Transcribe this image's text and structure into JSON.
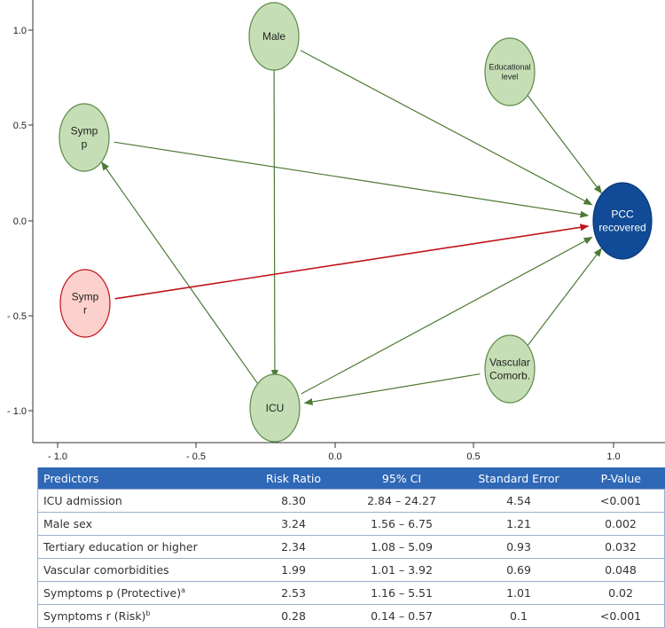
{
  "diagram": {
    "y_ticks": [
      "1.0",
      "0.5",
      "0.0",
      "- 0.5",
      "- 1.0"
    ],
    "x_ticks": [
      "- 1.0",
      "- 0.5",
      "0.0",
      "0.5",
      "1.0"
    ],
    "nodes": [
      {
        "id": "male",
        "lines": [
          "Male"
        ],
        "type": "predictor"
      },
      {
        "id": "edu",
        "lines": [
          "Educational",
          "level"
        ],
        "type": "predictor"
      },
      {
        "id": "sympp",
        "lines": [
          "Symp",
          "p"
        ],
        "type": "predictor"
      },
      {
        "id": "pcc",
        "lines": [
          "PCC",
          "recovered"
        ],
        "type": "outcome"
      },
      {
        "id": "sympr",
        "lines": [
          "Symp",
          "r"
        ],
        "type": "risk"
      },
      {
        "id": "vasc",
        "lines": [
          "Vascular",
          "Comorb."
        ],
        "type": "predictor"
      },
      {
        "id": "icu",
        "lines": [
          "ICU"
        ],
        "type": "predictor"
      }
    ],
    "edges": [
      {
        "from": "male",
        "to": "icu",
        "type": "positive"
      },
      {
        "from": "male",
        "to": "pcc",
        "type": "positive"
      },
      {
        "from": "edu",
        "to": "pcc",
        "type": "positive"
      },
      {
        "from": "sympp",
        "to": "pcc",
        "type": "positive"
      },
      {
        "from": "icu",
        "to": "sympp",
        "type": "positive"
      },
      {
        "from": "sympr",
        "to": "pcc",
        "type": "negative"
      },
      {
        "from": "icu",
        "to": "pcc",
        "type": "positive"
      },
      {
        "from": "vasc",
        "to": "pcc",
        "type": "positive"
      },
      {
        "from": "vasc",
        "to": "icu",
        "type": "positive"
      }
    ],
    "colors": {
      "predictor_fill": "#c6deb5",
      "predictor_stroke": "#5d8a4a",
      "risk_fill": "#fcd0cc",
      "risk_stroke": "#c0141c",
      "outcome_fill": "#114a96",
      "outcome_stroke": "#0b3a7a",
      "edge_positive": "#4d7a35",
      "edge_negative": "#c0141c",
      "table_header": "#2f68b6"
    }
  },
  "table": {
    "headers": [
      "Predictors",
      "Risk Ratio",
      "95% CI",
      "Standard Error",
      "P-Value"
    ],
    "rows": [
      {
        "predictor": "ICU admission",
        "sup": "",
        "rr": "8.30",
        "ci": "2.84 – 24.27",
        "se": "4.54",
        "p": "<0.001"
      },
      {
        "predictor": "Male sex",
        "sup": "",
        "rr": "3.24",
        "ci": "1.56 – 6.75",
        "se": "1.21",
        "p": "0.002"
      },
      {
        "predictor": "Tertiary education or higher",
        "sup": "",
        "rr": "2.34",
        "ci": "1.08 – 5.09",
        "se": "0.93",
        "p": "0.032"
      },
      {
        "predictor": "Vascular comorbidities",
        "sup": "",
        "rr": "1.99",
        "ci": "1.01 – 3.92",
        "se": "0.69",
        "p": "0.048"
      },
      {
        "predictor": "Symptoms p (Protective)",
        "sup": "a",
        "rr": "2.53",
        "ci": "1.16 – 5.51",
        "se": "1.01",
        "p": "0.02"
      },
      {
        "predictor": "Symptoms r (Risk)",
        "sup": "b",
        "rr": "0.28",
        "ci": "0.14 – 0.57",
        "se": "0.1",
        "p": "<0.001"
      }
    ]
  }
}
